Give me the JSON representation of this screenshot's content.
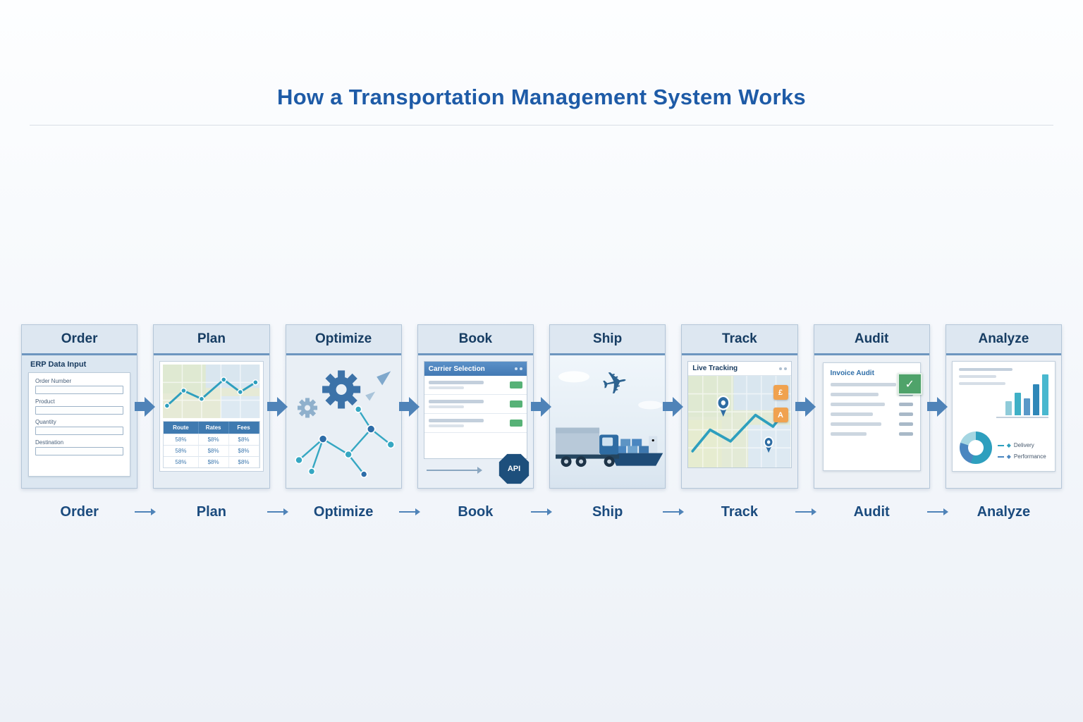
{
  "title": "How a Transportation Management System Works",
  "colors": {
    "accent_blue": "#1e5ba7",
    "card_header_bg": "#dde7f1",
    "card_header_border": "#6d96bf",
    "arrow_blue": "#4f83b8",
    "badge_green": "#57b277",
    "badge_orange": "#f0a24f",
    "check_green": "#4fa36a",
    "route_teal": "#2e9fbe"
  },
  "icons": {
    "plane": "✈",
    "diamond": "◆"
  },
  "stages": [
    {
      "label": "Order",
      "subtitle": "ERP Data Input",
      "fields": [
        "Order Number",
        "Product",
        "Quantity",
        "Destination"
      ]
    },
    {
      "label": "Plan",
      "table": {
        "headers": [
          "Route",
          "Rates",
          "Fees"
        ],
        "rows": [
          [
            "58%",
            "$8%",
            "$8%"
          ],
          [
            "58%",
            "$8%",
            "$8%"
          ],
          [
            "58%",
            "$8%",
            "$8%"
          ]
        ]
      }
    },
    {
      "label": "Optimize"
    },
    {
      "label": "Book",
      "panel_title": "Carrier Selection",
      "api_badge": "API"
    },
    {
      "label": "Ship"
    },
    {
      "label": "Track",
      "panel_title": "Live Tracking",
      "pin_badges": [
        "£",
        "A"
      ]
    },
    {
      "label": "Audit",
      "panel_title": "Invoice Audit",
      "check": "✓"
    },
    {
      "label": "Analyze",
      "legend": [
        "Delivery",
        "Performance"
      ]
    }
  ],
  "flow_labels": [
    "Order",
    "Plan",
    "Optimize",
    "Book",
    "Ship",
    "Track",
    "Audit",
    "Analyze"
  ]
}
